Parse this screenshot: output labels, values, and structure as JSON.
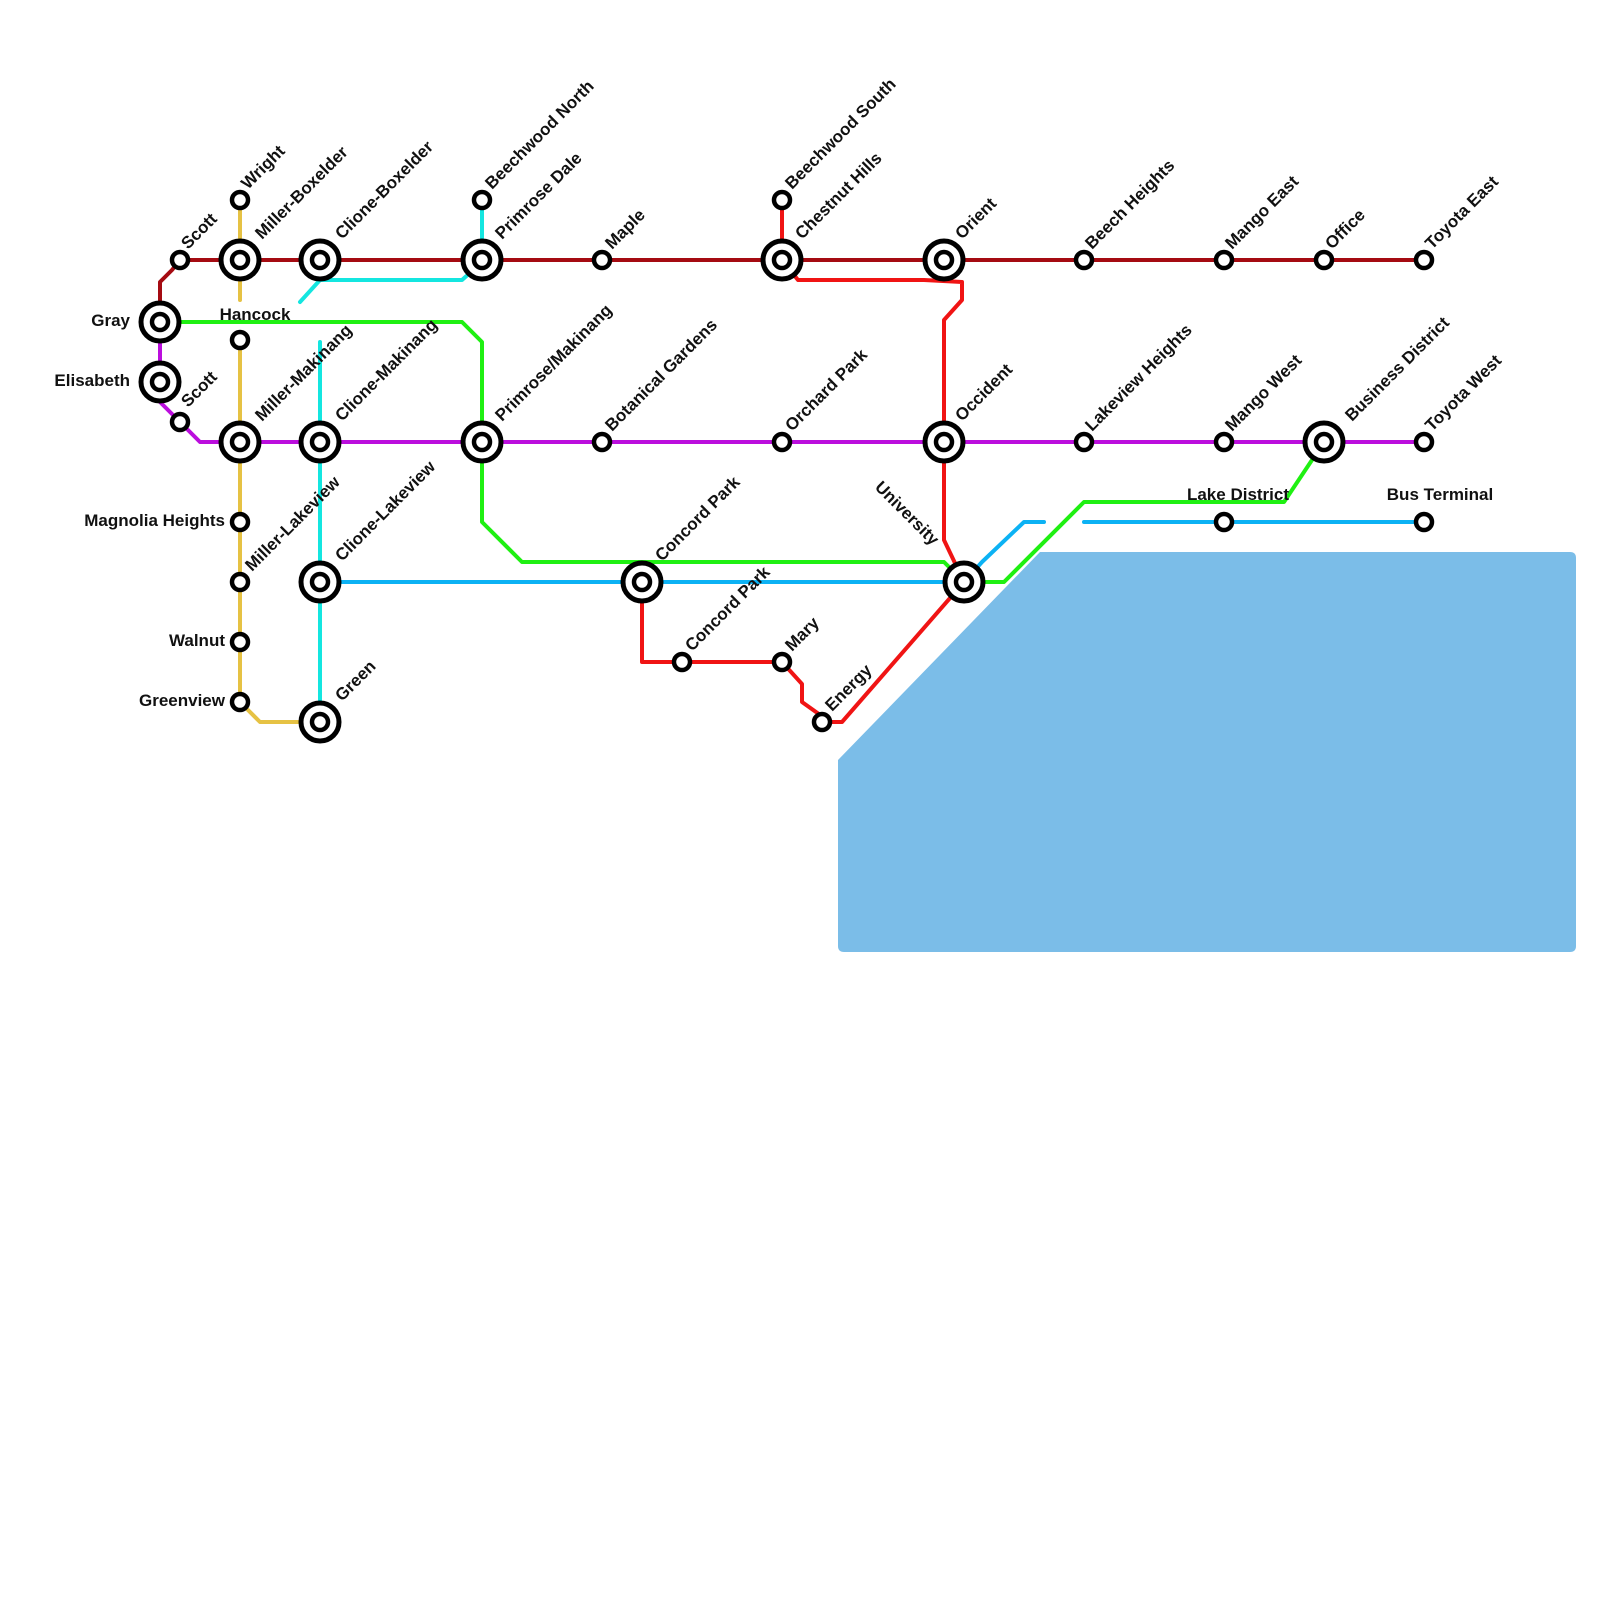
{
  "colors": {
    "dark_red": "#a50b12",
    "red": "#f01414",
    "purple": "#bb0edd",
    "green": "#1ff012",
    "cyan": "#14e6e0",
    "blue": "#0cb2f4",
    "yellow": "#e6c244",
    "water": "#7bbde8",
    "station_stroke": "#000000",
    "label": "#111111"
  },
  "stations": {
    "wright": "Wright",
    "scott_top": "Scott",
    "miller_boxelder": "Miller-Boxelder",
    "clione_boxelder": "Clione-Boxelder",
    "beechwood_north": "Beechwood North",
    "primrose_dale": "Primrose Dale",
    "maple": "Maple",
    "beechwood_south": "Beechwood South",
    "chestnut_hills": "Chestnut Hills",
    "orient": "Orient",
    "beech_heights": "Beech Heights",
    "mango_east": "Mango East",
    "office": "Office",
    "toyota_east": "Toyota East",
    "gray": "Gray",
    "hancock": "Hancock",
    "elisabeth": "Elisabeth",
    "scott_bottom": "Scott",
    "miller_makinang": "Miller-Makinang",
    "clione_makinang": "Clione-Makinang",
    "primrose_makinang": "Primrose/Makinang",
    "botanical_gardens": "Botanical Gardens",
    "orchard_park": "Orchard Park",
    "occident": "Occident",
    "lakeview_heights": "Lakeview Heights",
    "mango_west": "Mango West",
    "business_district": "Business District",
    "toyota_west": "Toyota West",
    "magnolia_heights": "Magnolia Heights",
    "miller_lakeview": "Miller-Lakeview",
    "clione_lakeview": "Clione-Lakeview",
    "concord_park_upper": "Concord Park",
    "concord_park_lower": "Concord Park",
    "university": "University",
    "lake_district": "Lake District",
    "bus_terminal": "Bus Terminal",
    "walnut": "Walnut",
    "greenview": "Greenview",
    "green": "Green",
    "mary": "Mary",
    "energy": "Energy"
  }
}
